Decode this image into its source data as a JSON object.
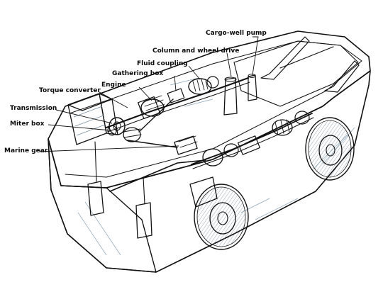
{
  "diagram": {
    "labels": {
      "cargo_well_pump": "Cargo-well pump",
      "column_and_wheel_drive": "Column and wheel drive",
      "fluid_coupling": "Fluid coupling",
      "gathering_box": "Gathering box",
      "engine": "Engine",
      "torque_converter": "Torque converter",
      "transmission": "Transmission",
      "miter_box": "Miter box",
      "marine_gear": "Marine gear"
    },
    "colors": {
      "hull": "#bccfdc",
      "hull_dark": "#8fa8b9",
      "ink": "#111111",
      "metal": "#d6dde3"
    }
  }
}
